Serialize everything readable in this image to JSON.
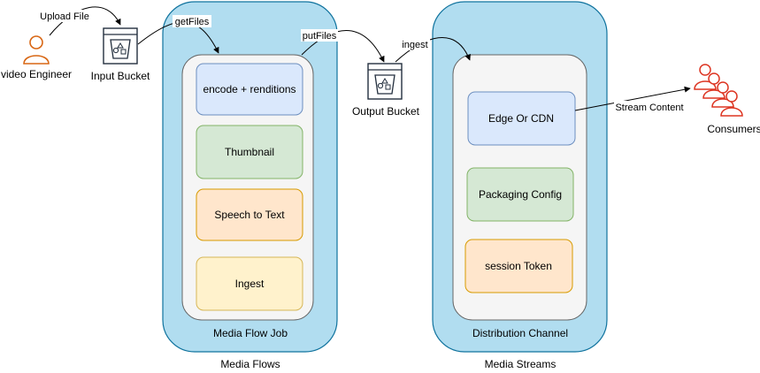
{
  "actors": {
    "engineer": {
      "label": "video Engineer",
      "color": "#D86613"
    },
    "consumers": {
      "label": "Consumers",
      "color": "#DD3522"
    }
  },
  "buckets": {
    "input": {
      "label": "Input Bucket",
      "icon": "bucket-icon"
    },
    "output": {
      "label": "Output Bucket",
      "icon": "bucket-icon"
    }
  },
  "groups": {
    "media_flows": {
      "label": "Media Flows",
      "inner_label": "Media Flow Job",
      "boxes": [
        "encode + renditions",
        "Thumbnail",
        "Speech to Text",
        "Ingest"
      ]
    },
    "media_streams": {
      "label": "Media Streams",
      "inner_label": "Distribution Channel",
      "boxes": [
        "Edge Or CDN",
        "Packaging Config",
        "session Token"
      ]
    }
  },
  "edges": {
    "upload": "Upload File",
    "get_files": "getFiles",
    "put_files": "putFiles",
    "ingest": "ingest",
    "stream": "Stream Content"
  },
  "colors": {
    "group_fill": "#B1DDF0",
    "group_stroke": "#10739E",
    "inner_fill": "#F5F5F5",
    "inner_stroke": "#666666",
    "blue_fill": "#DAE8FC",
    "blue_stroke": "#6C8EBF",
    "green_fill": "#D5E8D4",
    "green_stroke": "#82B366",
    "orange_fill": "#FFE6CC",
    "orange_stroke": "#D79B00",
    "yellow_fill": "#FFF2CC",
    "yellow_stroke": "#D6B656"
  }
}
